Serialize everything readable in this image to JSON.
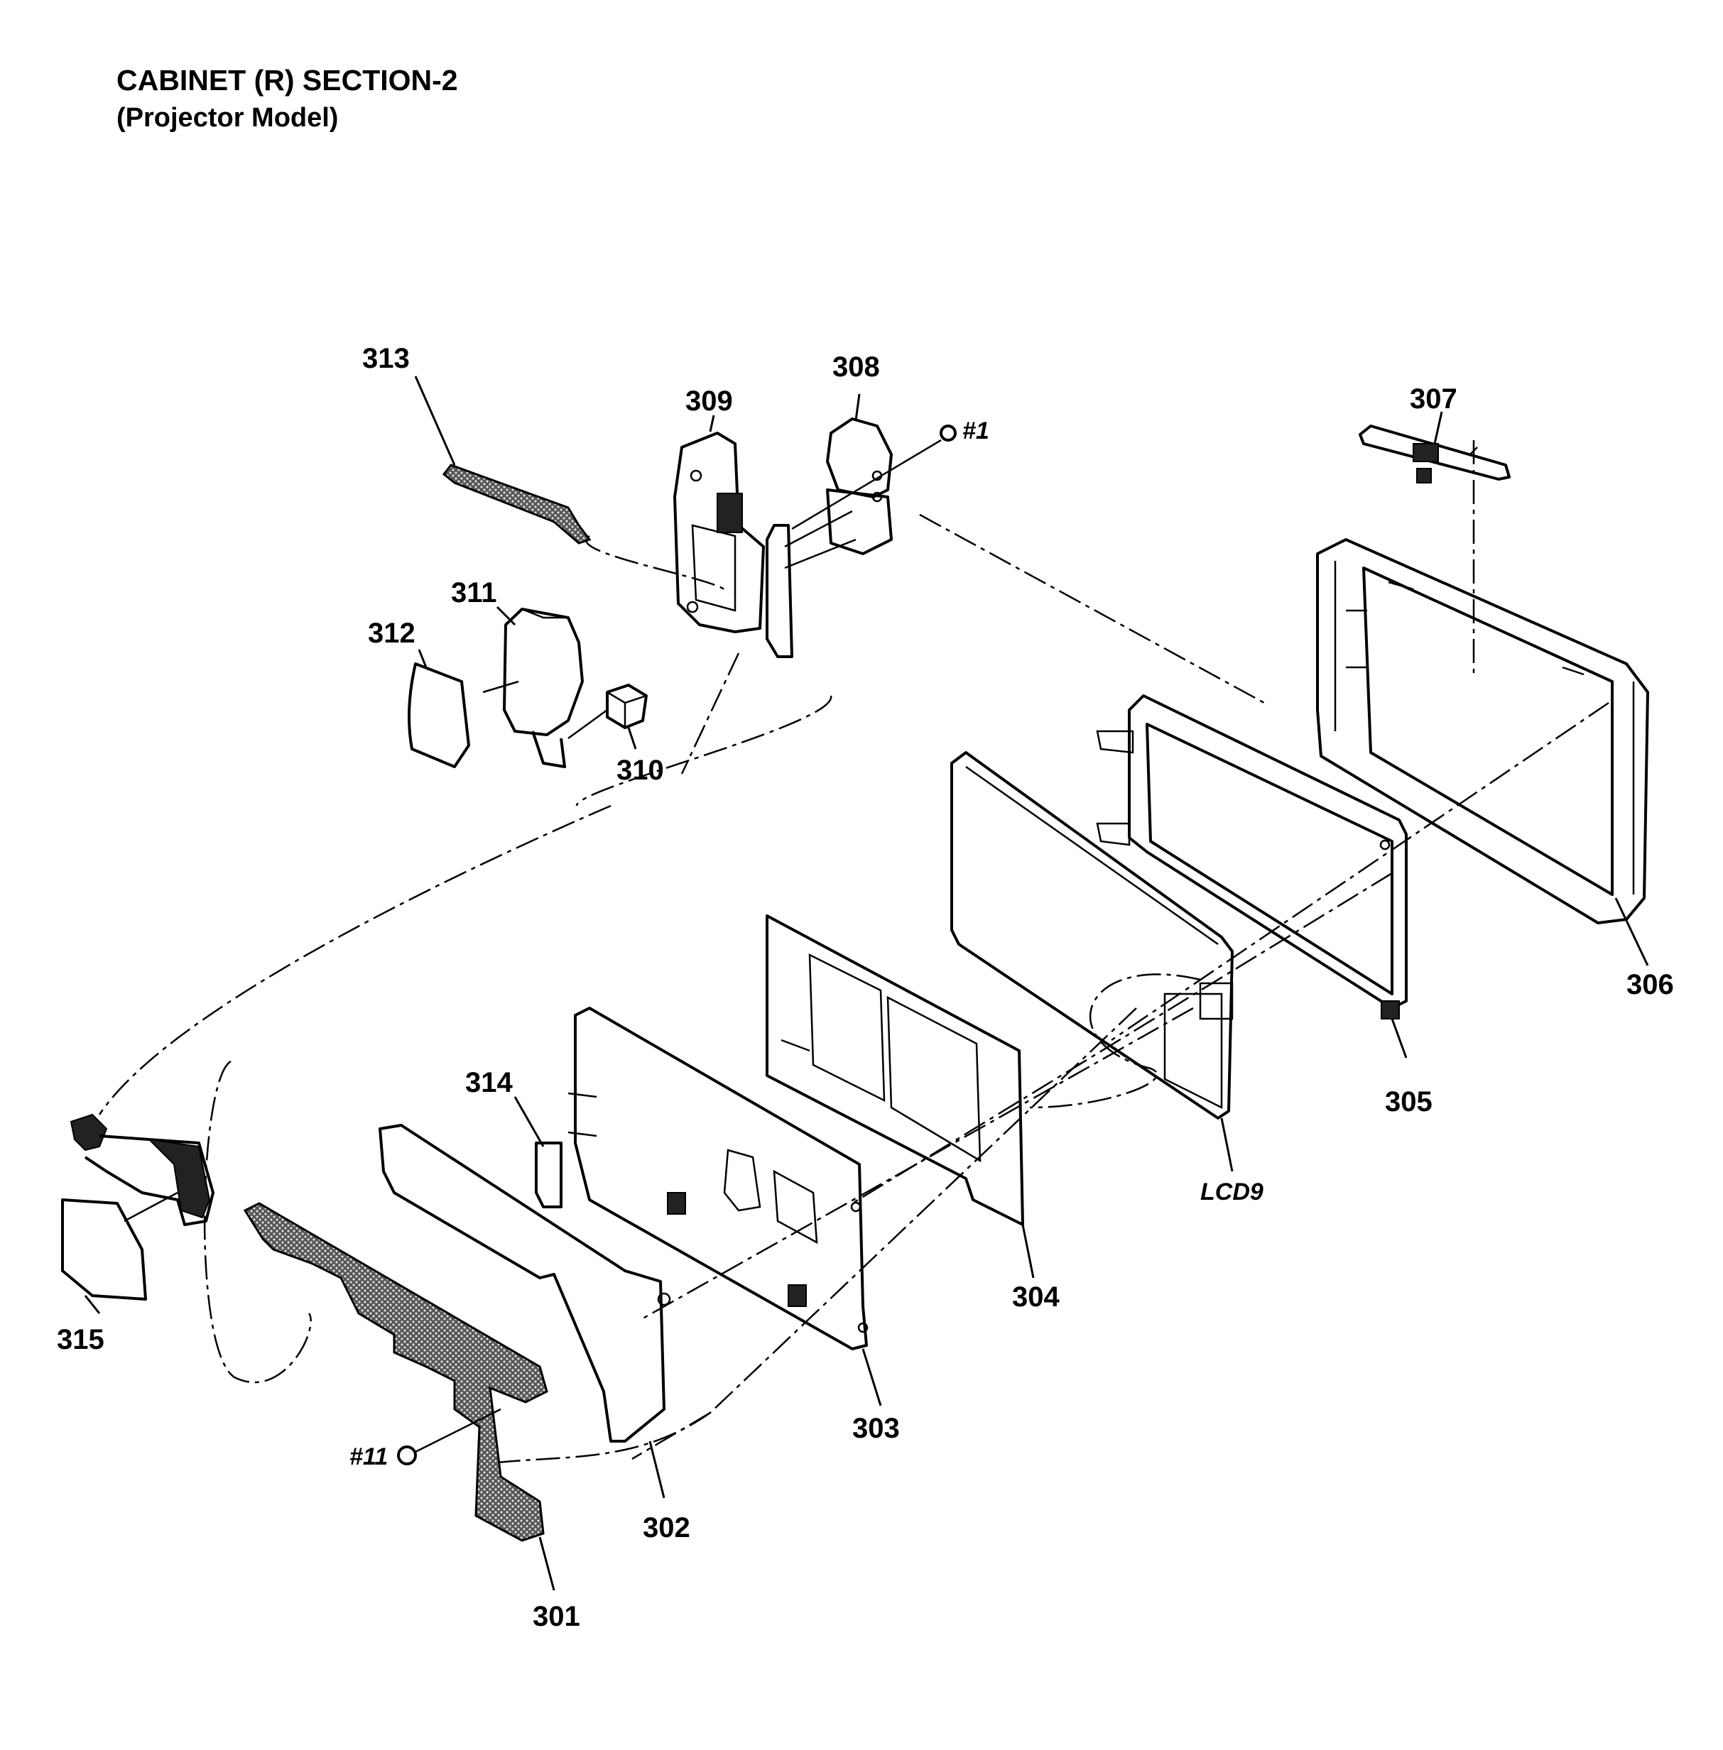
{
  "header": {
    "title": "CABINET (R) SECTION-2",
    "subtitle": "(Projector Model)"
  },
  "callouts": {
    "p301": "301",
    "p302": "302",
    "p303": "303",
    "p304": "304",
    "p305": "305",
    "p306": "306",
    "p307": "307",
    "p308": "308",
    "p309": "309",
    "p310": "310",
    "p311": "311",
    "p312": "312",
    "p313": "313",
    "p314": "314",
    "p315": "315",
    "lcd9": "LCD9",
    "screw1": "#1",
    "screw11": "#11"
  }
}
